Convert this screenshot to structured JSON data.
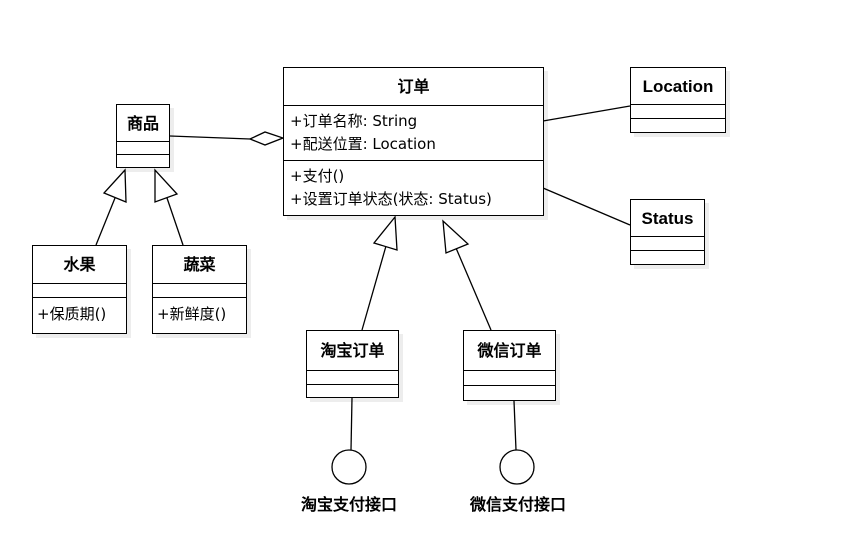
{
  "classes": {
    "order": {
      "name": "订单",
      "attributes": [
        "+订单名称: String",
        "+配送位置: Location"
      ],
      "operations": [
        "+支付()",
        "+设置订单状态(状态: Status)"
      ]
    },
    "goods": {
      "name": "商品"
    },
    "location": {
      "name": "Location"
    },
    "status": {
      "name": "Status"
    },
    "fruit": {
      "name": "水果",
      "operations": [
        "+保质期()"
      ]
    },
    "vegetable": {
      "name": "蔬菜",
      "operations": [
        "+新鲜度()"
      ]
    },
    "taobao_order": {
      "name": "淘宝订单"
    },
    "wechat_order": {
      "name": "微信订单"
    }
  },
  "interfaces": {
    "taobao_pay": "淘宝支付接口",
    "wechat_pay": "微信支付接口"
  },
  "relations": [
    {
      "type": "aggregation",
      "from": "goods",
      "to": "order"
    },
    {
      "type": "association",
      "from": "order",
      "to": "location"
    },
    {
      "type": "association",
      "from": "order",
      "to": "status"
    },
    {
      "type": "generalization",
      "from": "fruit",
      "to": "goods"
    },
    {
      "type": "generalization",
      "from": "vegetable",
      "to": "goods"
    },
    {
      "type": "generalization",
      "from": "taobao_order",
      "to": "order"
    },
    {
      "type": "generalization",
      "from": "wechat_order",
      "to": "order"
    },
    {
      "type": "interface-realization",
      "from": "taobao_order",
      "to": "taobao_pay"
    },
    {
      "type": "interface-realization",
      "from": "wechat_order",
      "to": "wechat_pay"
    }
  ]
}
